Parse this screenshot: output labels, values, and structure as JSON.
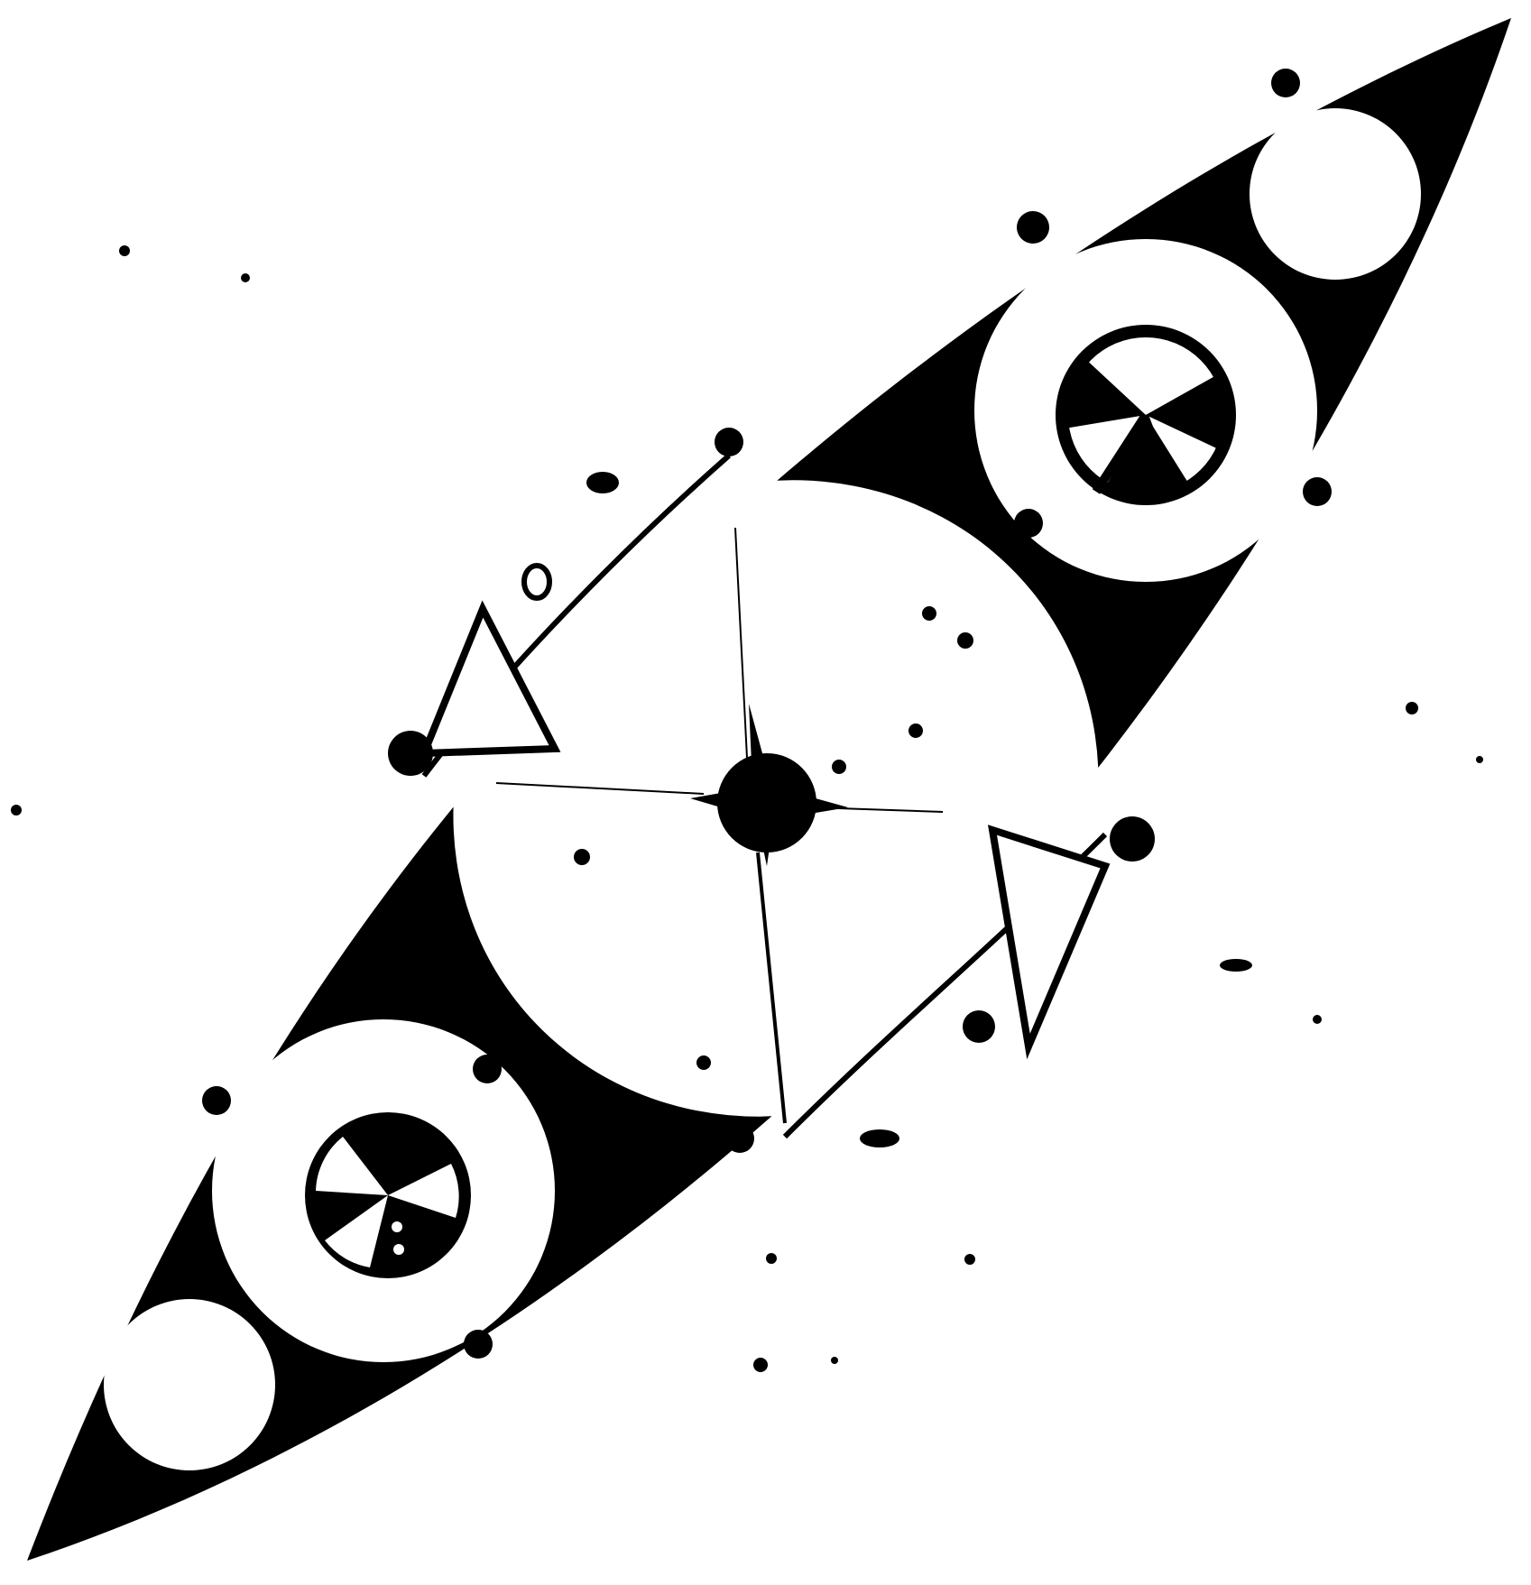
{
  "figure": {
    "description_kind": "black-and-white-symbolic-graphic",
    "colors": {
      "ink": "#000000",
      "paper": "#ffffff"
    },
    "elements": [
      "lens-outline-shape",
      "central-ellipse",
      "center-star",
      "upper-ring",
      "upper-wheel",
      "upper-small-circle",
      "lower-ring",
      "lower-wheel",
      "lower-small-circle",
      "left-triangle-mark",
      "right-triangle-mark",
      "scattered-specks"
    ]
  }
}
